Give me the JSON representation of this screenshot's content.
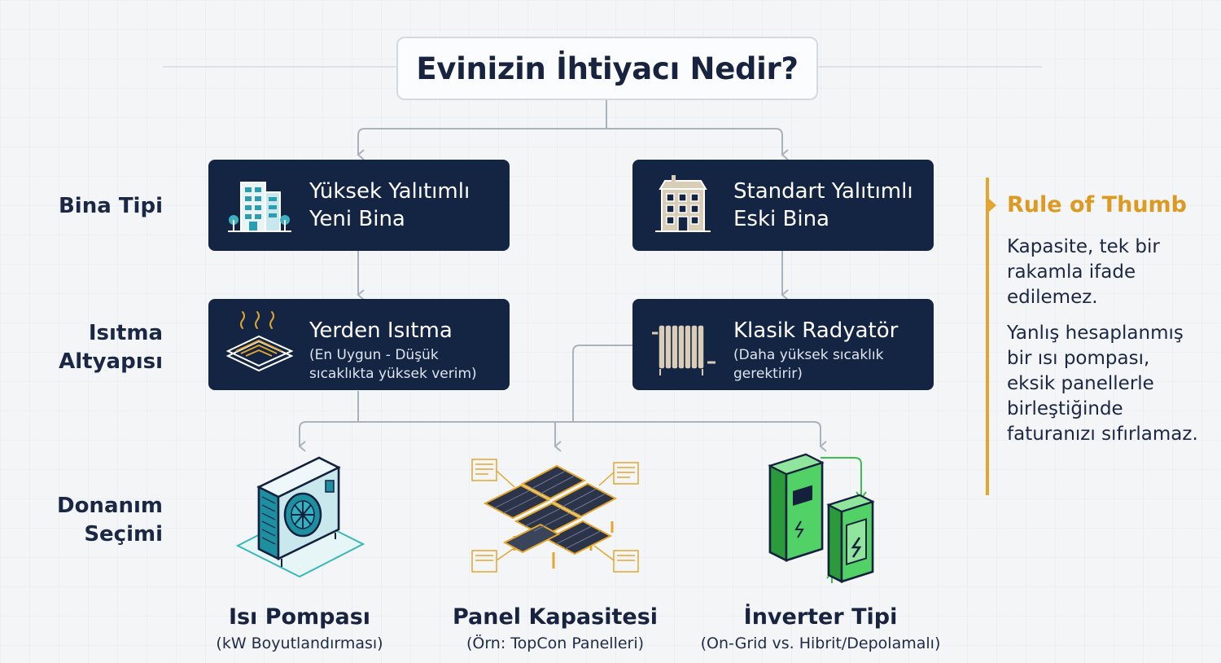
{
  "title": "Evinizin İhtiyacı Nedir?",
  "row_labels": {
    "bina": "Bina Tipi",
    "isitma_line1": "Isıtma",
    "isitma_line2": "Altyapısı",
    "donanim_line1": "Donanım",
    "donanim_line2": "Seçimi"
  },
  "cards": {
    "new_building": {
      "line1": "Yüksek Yalıtımlı",
      "line2": "Yeni Bina",
      "icon": "modern-building-icon"
    },
    "old_building": {
      "line1": "Standart Yalıtımlı",
      "line2": "Eski Bina",
      "icon": "old-building-icon"
    },
    "floor_heating": {
      "title": "Yerden Isıtma",
      "sub1": "(En Uygun - Düşük",
      "sub2": "sıcaklıkta yüksek verim)",
      "icon": "floor-heating-icon"
    },
    "radiator": {
      "title": "Klasik Radyatör",
      "sub1": "(Daha yüksek sıcaklık",
      "sub2": "gerektirir)",
      "icon": "radiator-icon"
    }
  },
  "hardware": [
    {
      "title": "Isı Pompası",
      "sub": "(kW Boyutlandırması)",
      "icon": "heat-pump-icon"
    },
    {
      "title": "Panel Kapasitesi",
      "sub": "(Örn: TopCon Panelleri)",
      "icon": "solar-panel-icon"
    },
    {
      "title": "İnverter Tipi",
      "sub": "(On-Grid vs. Hibrit/Depolamalı)",
      "icon": "inverter-battery-icon"
    }
  ],
  "rule": {
    "title": "Rule of Thumb",
    "p1": "Kapasite, tek bir rakamla ifade edilemez.",
    "p2": "Yanlış hesaplanmış bir ısı pompası, eksik panellerle birleştiğinde faturanızı sıfırlamaz."
  },
  "colors": {
    "card_bg": "#142443",
    "accent": "#e2a62f",
    "connector": "#a9b2bd",
    "teal": "#1e8fa0",
    "green": "#3bbf4e"
  }
}
